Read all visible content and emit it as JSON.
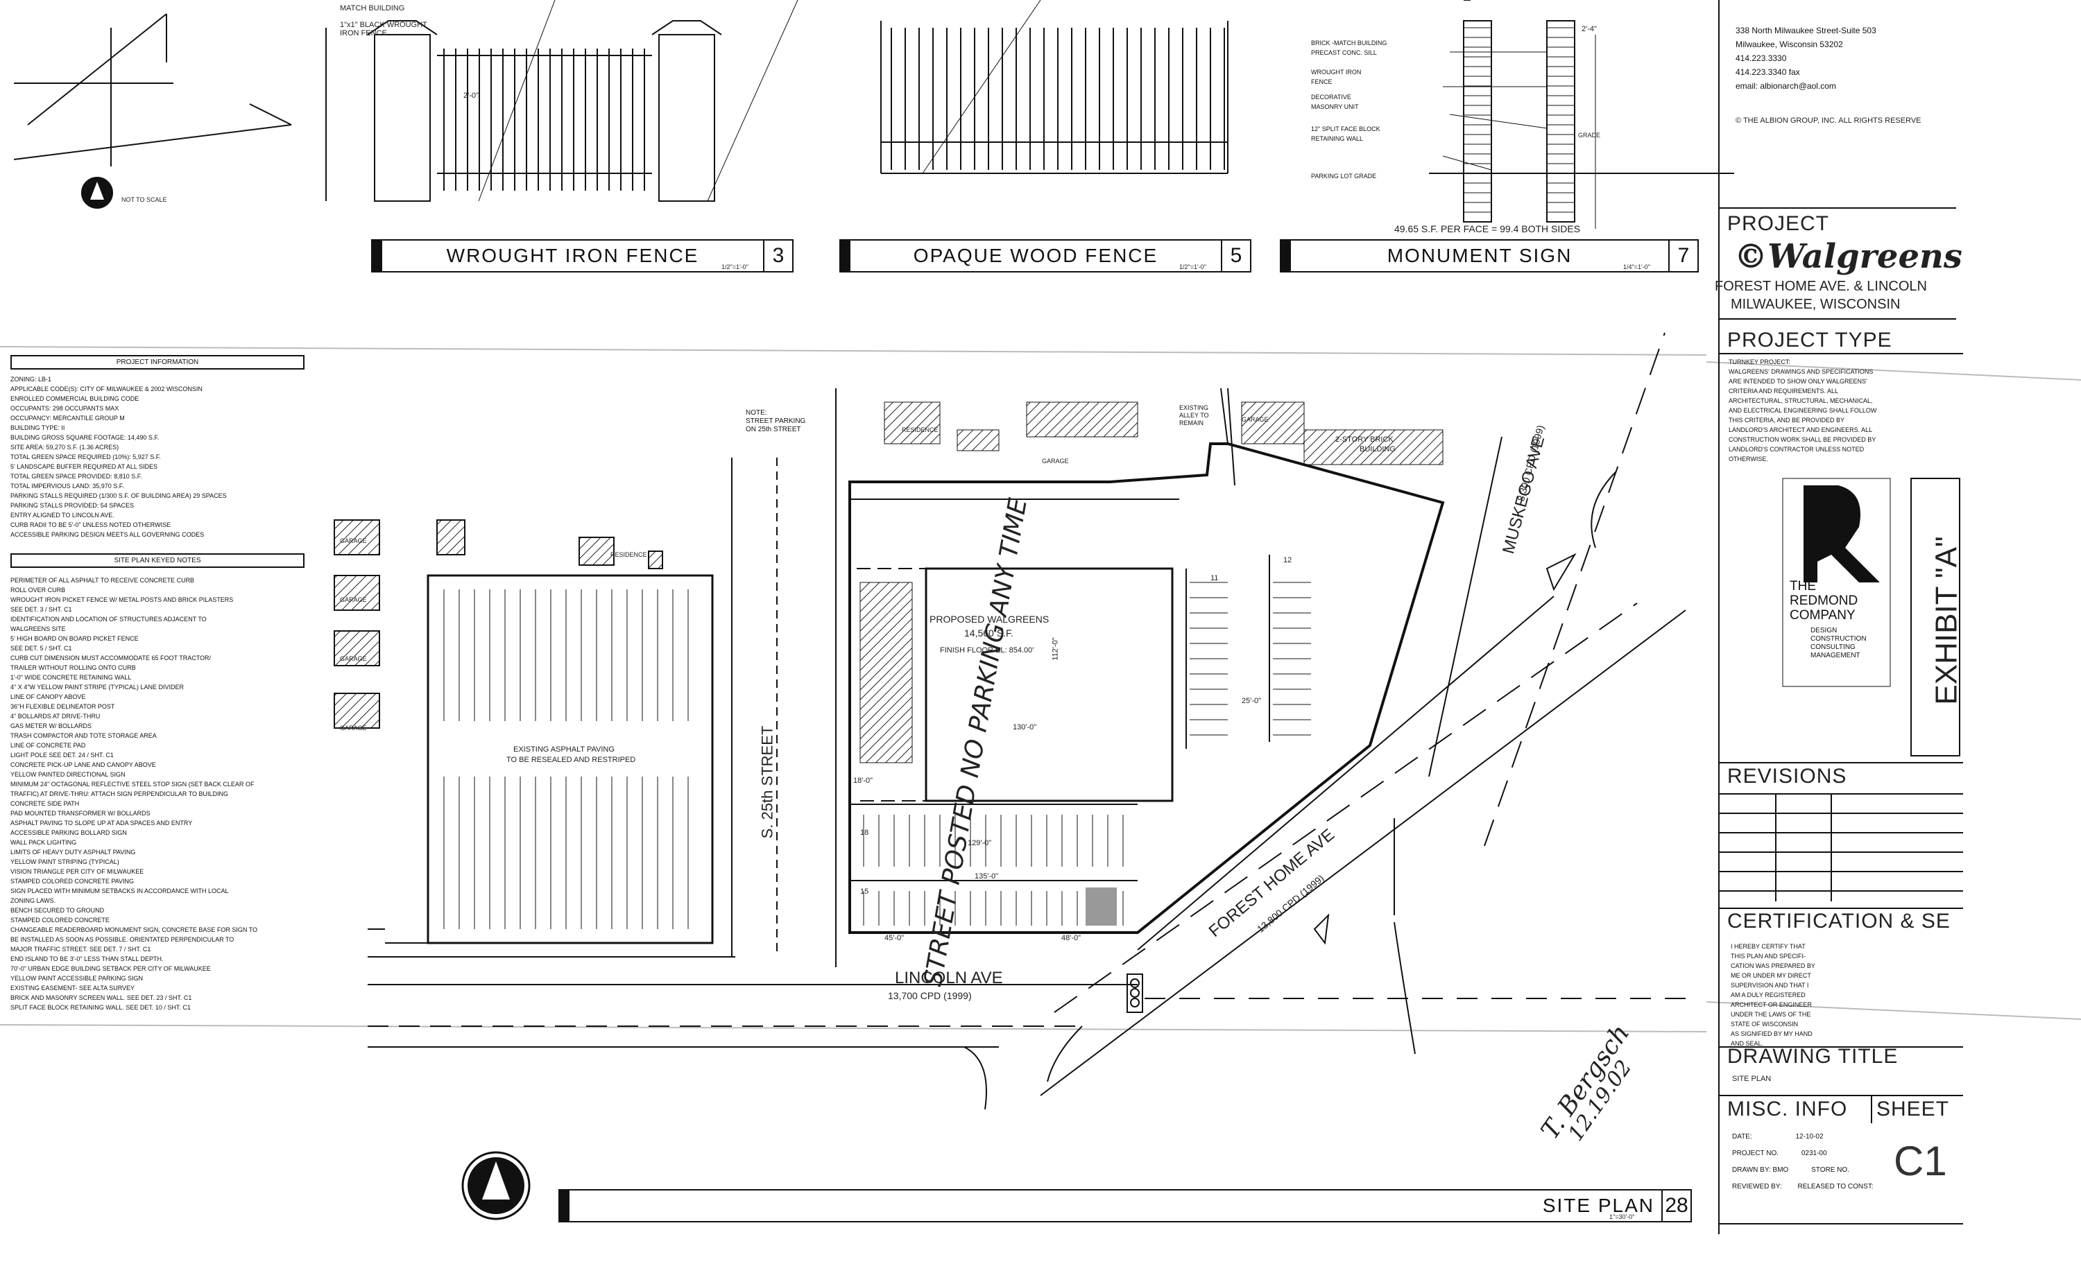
{
  "details": {
    "fence_iron": {
      "title": "WROUGHT IRON FENCE",
      "num": "3",
      "scale": "1/2\"=1'-0\"",
      "note1": "MATCH BUILDING",
      "note2": "1\"x1\" BLACK WROUGHT IRON FENCE",
      "dim": "2'-0\""
    },
    "fence_wood": {
      "title": "OPAQUE WOOD FENCE",
      "num": "5",
      "scale": "1/2\"=1'-0\""
    },
    "monument": {
      "title": "MONUMENT SIGN",
      "num": "7",
      "scale": "1/4\"=1'-0\"",
      "notes": [
        "BRICK -MATCH BUILDING",
        "PRECAST CONC. SILL",
        "WROUGHT IRON",
        "FENCE",
        "DECORATIVE",
        "MASONRY UNIT",
        "12\" SPLIT FACE BLOCK",
        "RETAINING WALL",
        "PARKING LOT GRADE"
      ],
      "sf": "49.65 S.F. PER FACE = 99.4 BOTH SIDES",
      "grade": "GRADE",
      "dim_top": "2'-4\""
    },
    "vicinity": {
      "not_to_scale": "NOT TO SCALE"
    }
  },
  "firm": {
    "address1": "338 North Milwaukee Street-Suite 503",
    "address2": "Milwaukee, Wisconsin 53202",
    "phone": "414.223.3330",
    "fax": "414.223.3340 fax",
    "email": "email: albionarch@aol.com",
    "copyright": "© THE ALBION GROUP, INC.  ALL RIGHTS RESERVE"
  },
  "project": {
    "label": "PROJECT",
    "brand": "©Walgreens",
    "address": "FOREST HOME AVE. & LINCOLN",
    "city": "MILWAUKEE, WISCONSIN"
  },
  "project_type": {
    "label": "PROJECT TYPE",
    "line1": "TURNKEY PROJECT:",
    "body": [
      "WALGREENS' DRAWINGS AND SPECIFICATIONS",
      "ARE INTENDED TO SHOW ONLY WALGREENS'",
      "CRITERIA AND REQUIREMENTS. ALL",
      "ARCHITECTURAL, STRUCTURAL, MECHANICAL,",
      "AND ELECTRICAL ENGINEERING SHALL FOLLOW",
      "THIS CRITERIA, AND BE PROVIDED BY",
      "LANDLORD'S ARCHITECT AND ENGINEERS. ALL",
      "CONSTRUCTION WORK SHALL BE PROVIDED BY",
      "LANDLORD'S CONTRACTOR UNLESS NOTED",
      "OTHERWISE."
    ]
  },
  "redmond": {
    "line1": "THE",
    "line2": "REDMOND",
    "line3": "COMPANY",
    "services": [
      "DESIGN",
      "CONSTRUCTION",
      "CONSULTING",
      "MANAGEMENT"
    ]
  },
  "exhibit": "EXHIBIT \"A\"",
  "revisions": {
    "label": "REVISIONS"
  },
  "certification": {
    "label": "CERTIFICATION & SE",
    "body": [
      "I HEREBY CERTIFY THAT",
      "THIS PLAN AND SPECIFI-",
      "CATION WAS PREPARED BY",
      "ME OR UNDER MY DIRECT",
      "SUPERVISION AND THAT I",
      "AM A DULY REGISTERED",
      "ARCHITECT OR ENGINEER",
      "UNDER THE LAWS OF THE",
      "STATE OF WISCONSIN",
      "AS SIGNIFIED BY MY HAND",
      "AND SEAL."
    ]
  },
  "drawing_title": {
    "label": "DRAWING TITLE",
    "value": "SITE PLAN"
  },
  "misc": {
    "label": "MISC. INFO",
    "sheet_label": "SHEET",
    "sheet": "C1",
    "date_k": "DATE:",
    "date_v": "12-10-02",
    "proj_k": "PROJECT NO.",
    "proj_v": "0231-00",
    "drawn_k": "DRAWN BY:",
    "drawn_v": "BMO",
    "store_k": "STORE NO.",
    "reviewed_k": "REVIEWED BY:",
    "released": "RELEASED",
    "to_const": "TO CONST:"
  },
  "project_info": {
    "heading": "PROJECT INFORMATION",
    "lines": [
      "ZONING: LB-1",
      "APPLICABLE CODE(S): CITY OF MILWAUKEE & 2002 WISCONSIN",
      "ENROLLED COMMERCIAL BUILDING CODE",
      "OCCUPANTS: 298 OCCUPANTS MAX",
      "OCCUPANCY: MERCANTILE GROUP M",
      "BUILDING TYPE: II",
      "BUILDING GROSS SQUARE FOOTAGE: 14,490 S.F.",
      "SITE AREA: 59,270 S.F. (1.36 ACRES)",
      "TOTAL GREEN SPACE REQUIRED (10%): 5,927 S.F.",
      "5' LANDSCAPE BUFFER REQUIRED AT ALL SIDES",
      "TOTAL GREEN SPACE PROVIDED: 8,810 S.F.",
      "TOTAL IMPERVIOUS LAND: 35,970 S.F.",
      "PARKING STALLS REQUIRED (1/300 S.F. OF BUILDING AREA) 29 SPACES",
      "PARKING STALLS PROVIDED: 54 SPACES",
      "ENTRY ALIGNED TO LINCOLN AVE.",
      "CURB RADII TO BE 5'-0\" UNLESS NOTED OTHERWISE",
      "ACCESSIBLE PARKING DESIGN MEETS ALL GOVERNING CODES"
    ]
  },
  "keyed_notes": {
    "heading": "SITE PLAN KEYED NOTES",
    "lines": [
      "PERIMETER OF ALL ASPHALT TO RECEIVE CONCRETE CURB",
      "ROLL OVER CURB",
      "WROUGHT IRON PICKET FENCE W/ METAL POSTS AND BRICK PILASTERS",
      "SEE DET. 3 / SHT. C1",
      "IDENTIFICATION AND LOCATION OF STRUCTURES ADJACENT TO",
      "WALGREENS SITE",
      "5' HIGH BOARD ON BOARD PICKET FENCE",
      "SEE DET. 5 / SHT. C1",
      "CURB CUT DIMENSION MUST ACCOMMODATE 65 FOOT TRACTOR/",
      "TRAILER WITHOUT ROLLING ONTO CURB",
      "1'-0\" WIDE CONCRETE RETAINING WALL",
      "4\" X 4\"W YELLOW PAINT STRIPE (TYPICAL) LANE DIVIDER",
      "LINE OF CANOPY ABOVE",
      "36\"H FLEXIBLE DELINEATOR POST",
      "4\" BOLLARDS AT DRIVE-THRU",
      "GAS METER W/ BOLLARDS",
      "TRASH COMPACTOR AND TOTE STORAGE AREA",
      "LINE OF CONCRETE PAD",
      "LIGHT POLE SEE DET. 24 / SHT. C1",
      "CONCRETE PICK-UP LANE AND CANOPY ABOVE",
      "YELLOW PAINTED DIRECTIONAL SIGN",
      "MINIMUM 24\" OCTAGONAL REFLECTIVE STEEL STOP SIGN (SET BACK CLEAR OF",
      "TRAFFIC) AT DRIVE-THRU: ATTACH SIGN PERPENDICULAR TO BUILDING",
      "CONCRETE SIDE PATH",
      "PAD MOUNTED TRANSFORMER W/ BOLLARDS",
      "ASPHALT PAVING TO SLOPE UP AT ADA SPACES AND ENTRY",
      "ACCESSIBLE PARKING BOLLARD SIGN",
      "WALL PACK LIGHTING",
      "LIMITS OF HEAVY DUTY ASPHALT PAVING",
      "YELLOW PAINT STRIPING (TYPICAL)",
      "VISION TRIANGLE PER CITY OF MILWAUKEE",
      "STAMPED COLORED CONCRETE PAVING",
      "SIGN PLACED WITH MINIMUM SETBACKS IN ACCORDANCE WITH LOCAL",
      "ZONING LAWS.",
      "BENCH SECURED TO GROUND",
      "STAMPED COLORED CONCRETE",
      "CHANGEABLE READERBOARD MONUMENT SIGN, CONCRETE BASE FOR SIGN TO",
      "BE INSTALLED AS SOON AS POSSIBLE. ORIENTATED PERPENDICULAR TO",
      "MAJOR TRAFFIC STREET.  SEE DET. 7 / SHT. C1",
      "END ISLAND TO BE 3'-0\" LESS THAN STALL DEPTH.",
      "70'-0\" URBAN EDGE BUILDING SETBACK PER CITY OF MILWAUKEE",
      "YELLOW PAINT ACCESSIBLE PARKING SIGN",
      "EXISTING EASEMENT- SEE ALTA SURVEY",
      "BRICK AND MASONRY SCREEN WALL.  SEE DET. 23 / SHT. C1",
      "SPLIT FACE BLOCK RETAINING WALL.  SEE DET. 10 / SHT. C1"
    ]
  },
  "plan": {
    "building_name": "PROPOSED WALGREENS",
    "building_sf": "14,560 S.F.",
    "finish_floor": "FINISH FLOOR EL: 854.00'",
    "dim_130": "130'-0\"",
    "dim_112": "112'-0\"",
    "dim_129": "129'-0\"",
    "dim_135": "135'-0\"",
    "existing_paving1": "EXISTING ASPHALT PAVING",
    "existing_paving2": "TO BE RESEALED AND RESTRIPED",
    "street_25th": "S. 25th STREET",
    "lincoln": "LINCOLN AVE",
    "lincoln_cpd": "13,700 CPD (1999)",
    "forest_home": "FOREST HOME AVE",
    "forest_cpd": "13,800 CPD (1999)",
    "muskego": "MUSKEGO AVE",
    "muskego_cpd": "8,300 CPD (1999)",
    "note1": "NOTE:",
    "note2": "STREET PARKING",
    "note3": "ON 25th STREET",
    "handwritten": "STREET POSTED NO PARKING ANY TIME",
    "residence": "RESIDENCE",
    "garage": "GARAGE",
    "brick_bldg1": "2-STORY BRICK",
    "brick_bldg2": "BUILDING",
    "alley1": "EXISTING",
    "alley2": "ALLEY TO",
    "alley3": "REMAIN",
    "signature": "T. Bergsch",
    "sig_date": "12.19.02",
    "site_plan_title": "SITE PLAN",
    "site_plan_num": "28",
    "site_plan_scale": "1\"=30'-0\"",
    "stall_11": "11",
    "stall_12": "12",
    "stall_18": "18",
    "stall_15": "15",
    "dim_18": "18'-0\"",
    "dim_25": "25'-0\"",
    "dim_48": "48'-0\"",
    "dim_45": "45'-0\""
  },
  "colors": {
    "ink": "#111111",
    "paper": "#ffffff",
    "gray": "#9a9a9a"
  }
}
